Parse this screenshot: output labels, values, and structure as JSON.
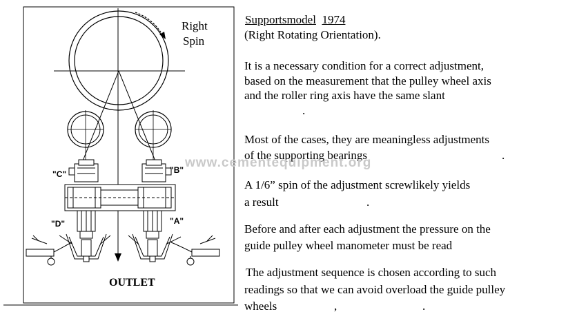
{
  "header": {
    "title_prefix": "Supportsmodel",
    "title_model": "1974",
    "subtitle": "(Right Rotating Orientation)."
  },
  "paragraphs": [
    "It is a necessary condition for a correct adjustment,",
    "based on the measurement that the pulley wheel axis",
    "and the roller ring axis have the same slant",
    ".",
    "Most of the cases, they are meaningless adjustments",
    "of the supporting bearings",
    ".",
    "A 1/6” spin of the adjustment screwlikely yields",
    "a result",
    ".",
    "Before and after each adjustment the pressure on the",
    "guide pulley wheel manometer must be read",
    "The adjustment sequence is chosen according to such",
    "readings so that we can avoid overload the guide pulley",
    "wheels",
    ",",
    "."
  ],
  "watermark": "www.cementequipment.org",
  "diagram": {
    "spin_label_line1": "Right",
    "spin_label_line2": "Spin",
    "label_c": "\"C\"",
    "label_b": "\"B\"",
    "label_d": "\"D\"",
    "label_a": "\"A\"",
    "outlet": "OUTLET"
  }
}
